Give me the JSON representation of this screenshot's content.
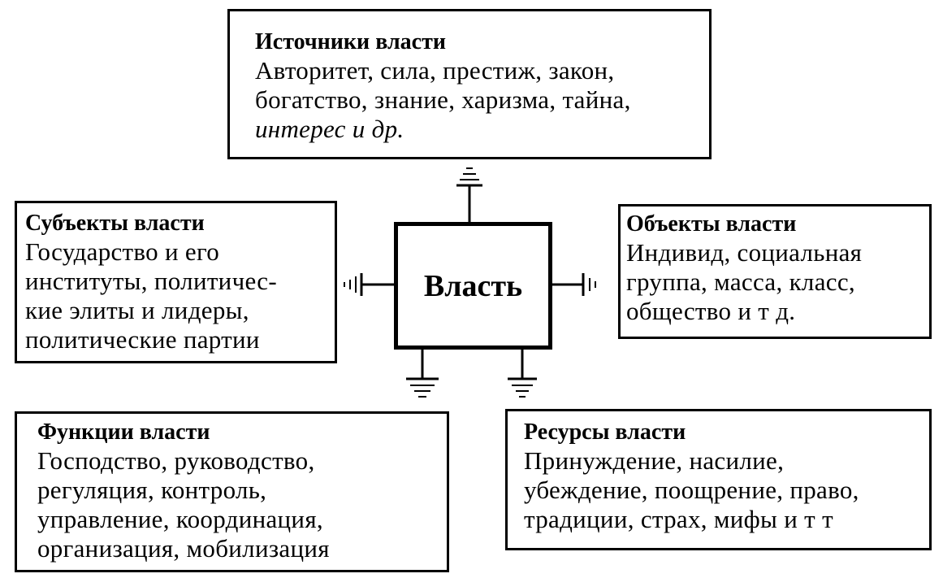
{
  "center": {
    "label": "Власть"
  },
  "sources": {
    "title": "Источники власти",
    "lines": [
      "Авторитет, сила, престиж, закон,",
      "богатство, знание, харизма, тайна,"
    ],
    "last_line": "интерес и др."
  },
  "subjects": {
    "title": "Субъекты власти",
    "lines": [
      "Государство и его",
      "институты, политичес-",
      "кие элиты и лидеры,",
      "политические партии"
    ]
  },
  "objects": {
    "title": "Объекты власти",
    "lines": [
      "Индивид, социальная",
      "группа, масса, класс,",
      "общество и т д."
    ]
  },
  "functions": {
    "title": "Функции власти",
    "lines": [
      "Господство, руководство,",
      "регуляция, контроль,",
      "управление, координация,",
      "организация, мобилизация"
    ]
  },
  "resources": {
    "title": "Ресурсы власти",
    "lines": [
      "Принуждение, насилие,",
      "убеждение, поощрение, право,",
      "традиции, страх, мифы и т т"
    ]
  }
}
